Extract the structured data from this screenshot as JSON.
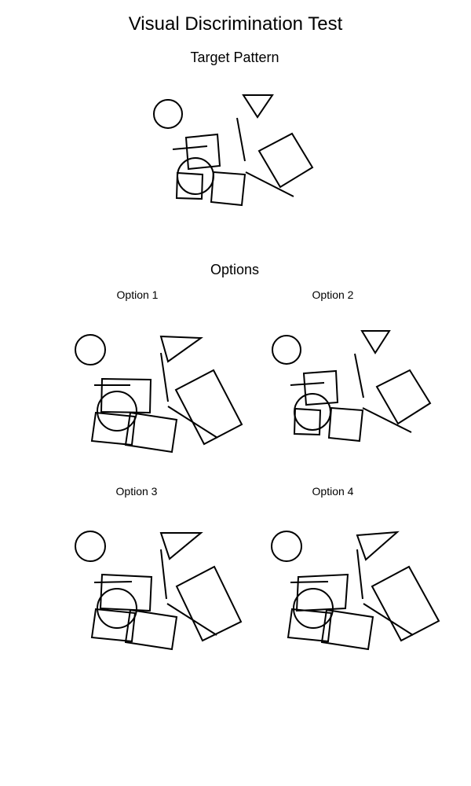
{
  "title": "Visual Discrimination Test",
  "target": {
    "heading": "Target Pattern"
  },
  "options": {
    "heading": "Options",
    "items": [
      {
        "label": "Option 1"
      },
      {
        "label": "Option 2"
      },
      {
        "label": "Option 3"
      },
      {
        "label": "Option 4"
      }
    ]
  }
}
